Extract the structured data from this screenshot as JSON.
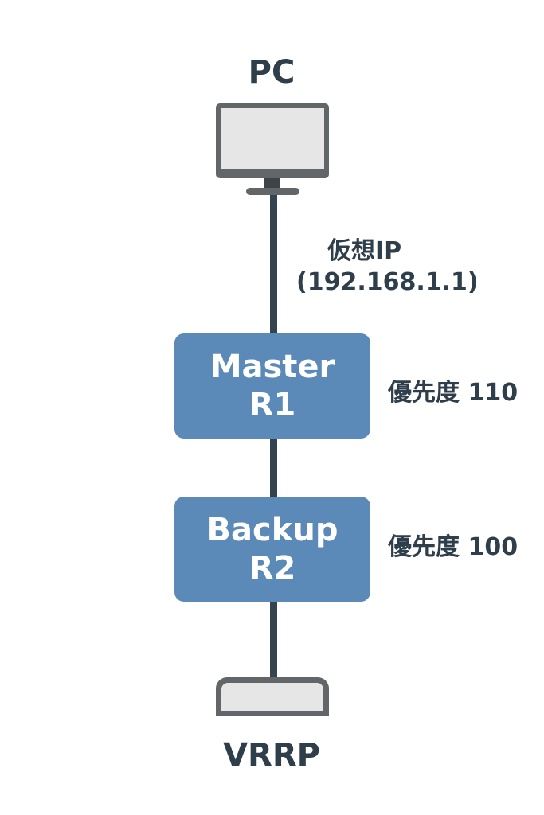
{
  "diagram": {
    "title_top": "PC",
    "title_bottom": "VRRP",
    "virtual_ip_label": "仮想IP",
    "virtual_ip_value": "(192.168.1.1)",
    "routers": [
      {
        "role": "Master",
        "name": "R1",
        "priority_label": "優先度 110"
      },
      {
        "role": "Backup",
        "name": "R2",
        "priority_label": "優先度 100"
      }
    ],
    "colors": {
      "router_fill": "#5b8ab9",
      "line": "#33434f",
      "device": "#626669",
      "device_screen": "#e6e6e6",
      "text": "#2f3e4b"
    }
  }
}
